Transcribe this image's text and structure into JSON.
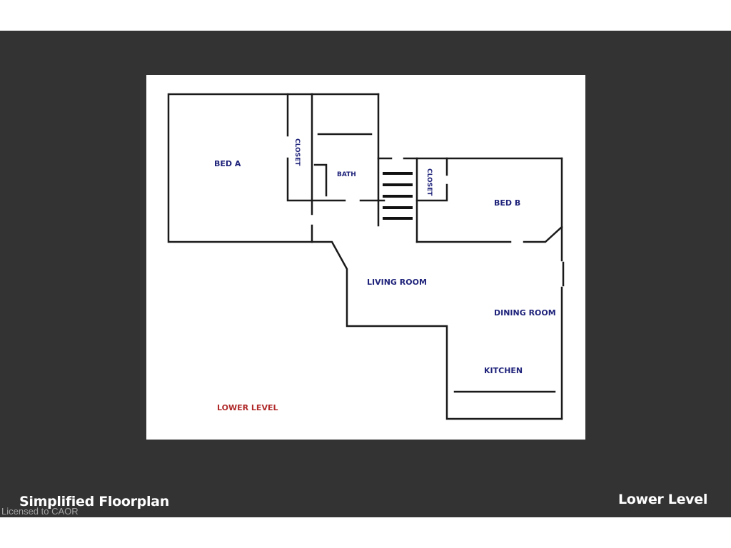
{
  "page": {
    "background_color": "#ffffff",
    "panel_color": "#333333"
  },
  "footer": {
    "left_caption": "Simplified Floorplan",
    "right_caption": "Lower Level",
    "watermark": "Licensed to CAOR"
  },
  "floorplan": {
    "level_label": "LOWER LEVEL",
    "level_label_color": "#b02a2a",
    "room_label_color": "#1f237a",
    "wall_color": "#1a1a1a",
    "rooms": {
      "bed_a": "BED A",
      "closet_a": "CLOSET",
      "bath": "BATH",
      "closet_b": "CLOSET",
      "bed_b": "BED B",
      "living_room": "LIVING ROOM",
      "dining_room": "DINING ROOM",
      "kitchen": "KITCHEN"
    },
    "stairs": {
      "step_count": 5
    }
  }
}
